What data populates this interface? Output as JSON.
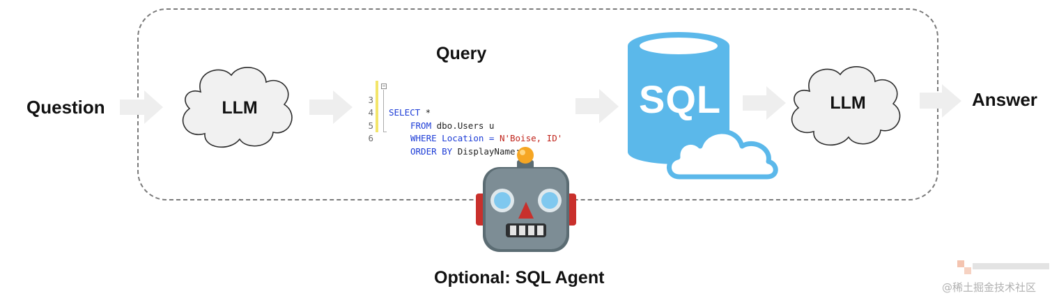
{
  "labels": {
    "question": "Question",
    "answer": "Answer",
    "query": "Query",
    "llm_left": "LLM",
    "llm_right": "LLM",
    "sql": "SQL",
    "agent": "Optional: SQL Agent"
  },
  "code": {
    "line_numbers": [
      "3",
      "4",
      "5",
      "6"
    ],
    "lines": [
      {
        "kw": "SELECT",
        "rest": " *",
        "str": ""
      },
      {
        "kw": "FROM",
        "rest": " dbo.Users u",
        "str": ""
      },
      {
        "kw": "WHERE",
        "rest": " Location = ",
        "str": "N'Boise, ID'"
      },
      {
        "kw": "ORDER BY",
        "rest": " DisplayName;",
        "str": ""
      }
    ]
  },
  "watermark": "@稀土掘金技术社区",
  "colors": {
    "database": "#5bb8ea",
    "arrow": "#eeeeee",
    "cloud_fill": "#f1f1f1",
    "frame": "#7a7a7a",
    "robot_body": "#7d8d95"
  }
}
